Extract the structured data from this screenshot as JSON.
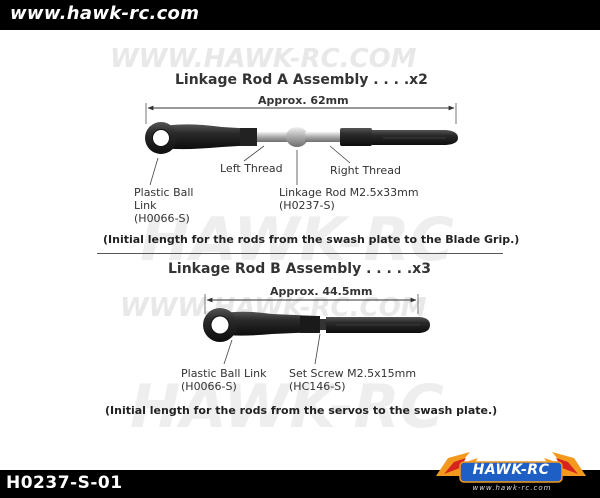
{
  "banner": {
    "url": "www.hawk-rc.com"
  },
  "footer": {
    "product_code": "H0237-S-01",
    "logo_text": "HAWK-RC",
    "logo_url": "www.hawk-rc.com"
  },
  "watermark": {
    "text": "WWW.HAWK-RC.COM",
    "logo_text": "HAWK-RC"
  },
  "assembly_a": {
    "title": "Linkage Rod A Assembly  . . . .x2",
    "length": "Approx. 62mm",
    "left_thread": "Left Thread",
    "right_thread": "Right Thread",
    "ball_link_line1": "Plastic Ball",
    "ball_link_line2": "Link",
    "ball_link_code": "(H0066-S)",
    "rod_name": "Linkage Rod M2.5x33mm",
    "rod_code": "(H0237-S)",
    "note": "(Initial length for the rods from the swash plate to the Blade Grip.)"
  },
  "assembly_b": {
    "title": "Linkage Rod B Assembly  . . . . .x3",
    "length": "Approx. 44.5mm",
    "ball_link": "Plastic Ball Link",
    "ball_link_code": "(H0066-S)",
    "screw_name": "Set Screw M2.5x15mm",
    "screw_code": "(HC146-S)",
    "note": "(Initial length for the rods from the servos to the swash plate.)"
  },
  "colors": {
    "banner": "#000000",
    "part_black": "#1c1c1c",
    "metal": "#b8b8b8",
    "logo_orange": "#f39a1e",
    "logo_red": "#d6241e",
    "logo_blue": "#1d5fc4"
  }
}
